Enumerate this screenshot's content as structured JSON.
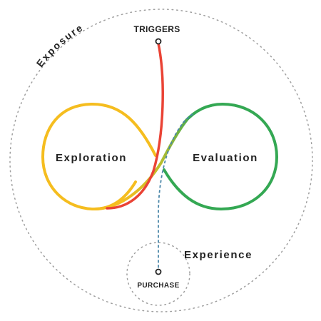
{
  "labels": {
    "exposure": "Exposure",
    "triggers": "TRIGGERS",
    "exploration": "Exploration",
    "evaluation": "Evaluation",
    "experience": "Experience",
    "purchase": "PURCHASE"
  },
  "colors": {
    "exploration_loop": "#F5BD1F",
    "evaluation_loop": "#34A853",
    "trigger_path": "#EA4335",
    "purchase_path": "#4A86A8",
    "dotted_outline": "#9E9E9E",
    "text": "#222222"
  }
}
